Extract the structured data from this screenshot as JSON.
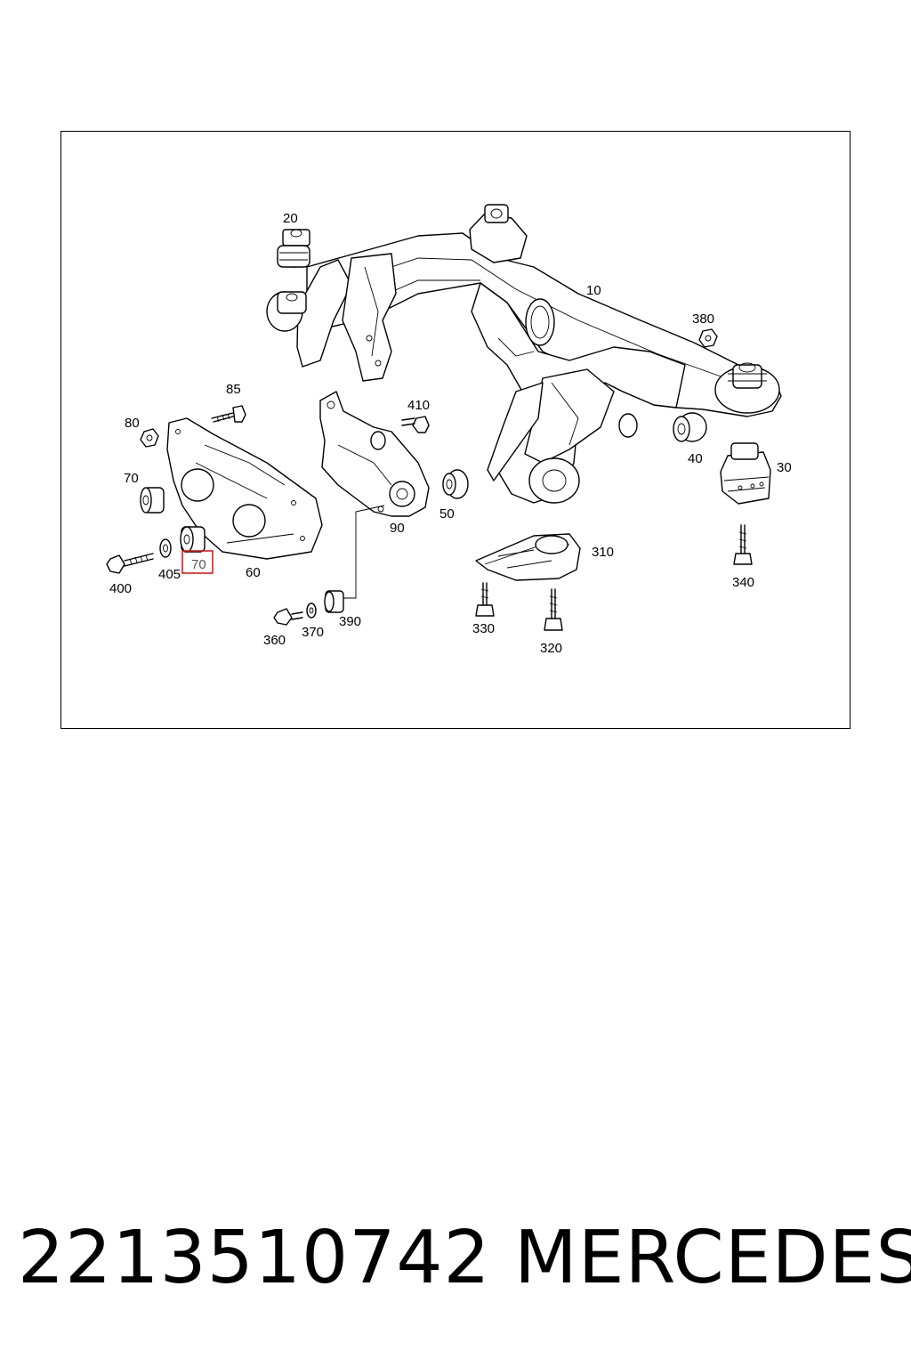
{
  "diagram": {
    "callouts": {
      "c10": "10",
      "c20": "20",
      "c30": "30",
      "c40": "40",
      "c50": "50",
      "c60": "60",
      "c70a": "70",
      "c70b": "70",
      "c80": "80",
      "c85": "85",
      "c90": "90",
      "c310": "310",
      "c320": "320",
      "c330": "330",
      "c340": "340",
      "c360": "360",
      "c370": "370",
      "c380": "380",
      "c390": "390",
      "c400": "400",
      "c405": "405",
      "c410": "410"
    },
    "highlighted_callout": "70",
    "highlight_color": "#e0191b"
  },
  "footer": {
    "part_number": "2213510742",
    "brand": "MERCEDES"
  }
}
